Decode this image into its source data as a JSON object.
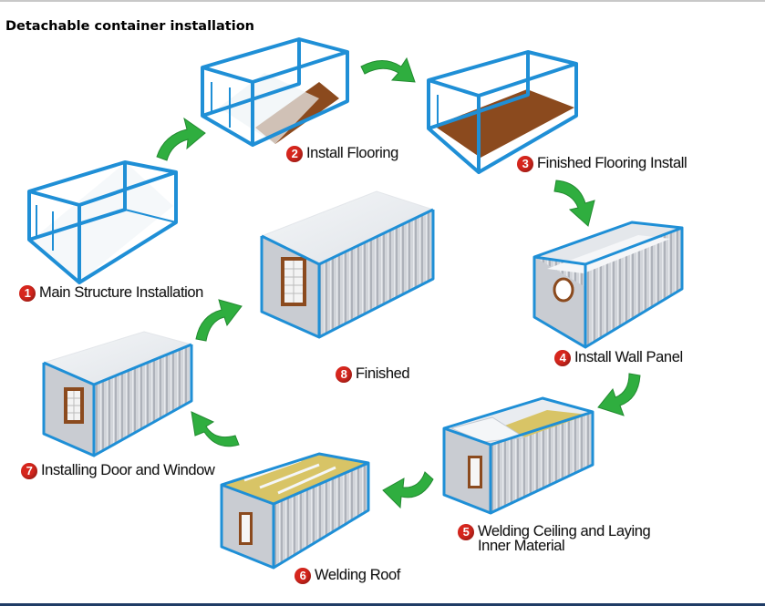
{
  "title": "Detachable container installation",
  "colors": {
    "frame_blue": "#1f8fd6",
    "arrow_green": "#2fae3f",
    "badge_red": "#d7261d",
    "floor_brown": "#8b4a1e",
    "insulation_yellow": "#d8c466",
    "panel_grey": "#c9ccd2"
  },
  "steps": [
    {
      "num": "1",
      "label": "Main Structure Installation"
    },
    {
      "num": "2",
      "label": "Install Flooring"
    },
    {
      "num": "3",
      "label": "Finished Flooring Install"
    },
    {
      "num": "4",
      "label": "Install Wall Panel"
    },
    {
      "num": "5",
      "label": "Welding Ceiling and Laying",
      "label2": "Inner Material"
    },
    {
      "num": "6",
      "label": "Welding Roof"
    },
    {
      "num": "7",
      "label": "Installing Door and Window"
    },
    {
      "num": "8",
      "label": "Finished"
    }
  ]
}
